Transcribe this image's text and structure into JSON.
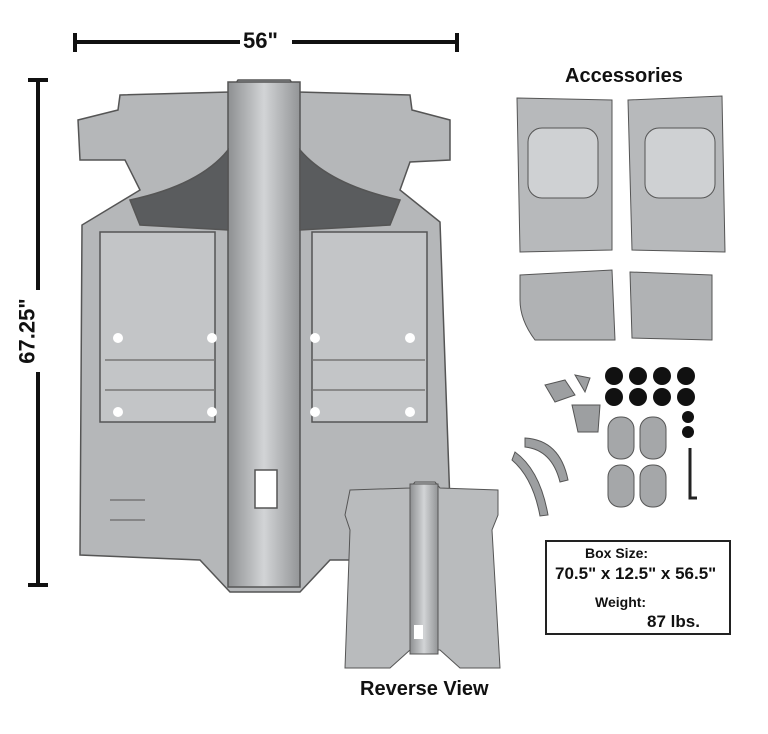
{
  "dimensions": {
    "width_label": "56\"",
    "height_label": "67.25\""
  },
  "sections": {
    "accessories_title": "Accessories",
    "reverse_view_label": "Reverse View"
  },
  "box_info": {
    "box_size_label": "Box Size:",
    "box_size_value": "70.5\" x 12.5\" x 56.5\"",
    "weight_label": "Weight:",
    "weight_value": "87 lbs."
  },
  "colors": {
    "metal": "#a9abad",
    "metal_light": "#d4d6d8",
    "metal_dark": "#6f7173",
    "ink": "#111111"
  }
}
